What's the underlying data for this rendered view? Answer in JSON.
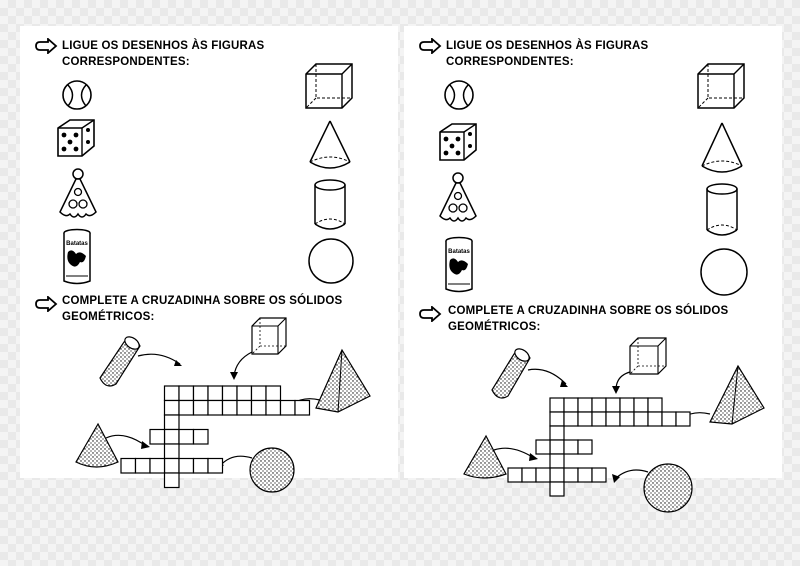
{
  "sheets": [
    {
      "section1": {
        "line1": "LIGUE OS DESENHOS ÀS FIGURAS",
        "line2": "CORRESPONDENTES:"
      },
      "section2": {
        "line1": "COMPLETE A CRUZADINHA SOBRE OS SÓLIDOS",
        "line2": "GEOMÉTRICOS:"
      },
      "can_label": "Batatas"
    },
    {
      "section1": {
        "line1": "LIGUE OS DESENHOS ÀS FIGURAS",
        "line2": "CORRESPONDENTES:"
      },
      "section2": {
        "line1": "COMPLETE A CRUZADINHA SOBRE OS SÓLIDOS",
        "line2": "GEOMÉTRICOS:"
      },
      "can_label": "Batatas"
    }
  ],
  "colors": {
    "ink": "#000000",
    "paper": "#ffffff",
    "backdrop": "#f2f2f2"
  },
  "icons": [
    "pointing-arrow-icon",
    "tennis-ball-icon",
    "dice-icon",
    "party-hat-icon",
    "chips-can-icon",
    "cube-icon",
    "cone-icon",
    "cylinder-icon",
    "sphere-icon",
    "pyramid-icon"
  ]
}
